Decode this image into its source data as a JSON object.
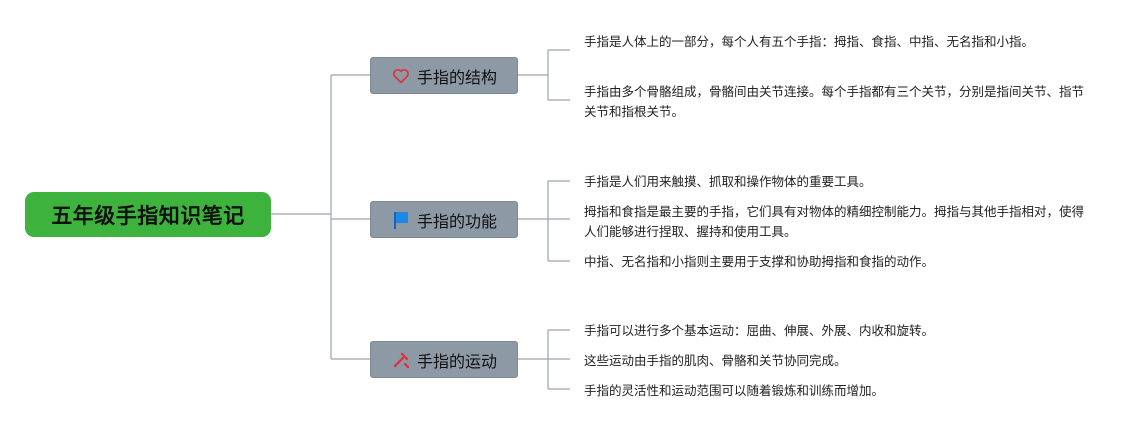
{
  "root": {
    "title": "五年级手指知识笔记"
  },
  "branches": [
    {
      "label": "手指的结构",
      "icon": "heart-icon",
      "leaves": [
        "手指是人体上的一部分，每个人有五个手指：拇指、食指、中指、无名指和小指。",
        "手指由多个骨骼组成，骨骼间由关节连接。每个手指都有三个关节，分别是指间关节、指节关节和指根关节。"
      ]
    },
    {
      "label": "手指的功能",
      "icon": "flag-icon",
      "leaves": [
        "手指是人们用来触摸、抓取和操作物体的重要工具。",
        "拇指和食指是最主要的手指，它们具有对物体的精细控制能力。拇指与其他手指相对，使得人们能够进行捏取、握持和使用工具。",
        "中指、无名指和小指则主要用于支撑和协助拇指和食指的动作。"
      ]
    },
    {
      "label": "手指的运动",
      "icon": "tools-icon",
      "leaves": [
        "手指可以进行多个基本运动：屈曲、伸展、外展、内收和旋转。",
        "这些运动由手指的肌肉、骨骼和关节协同完成。",
        "手指的灵活性和运动范围可以随着锻炼和训练而增加。"
      ]
    }
  ],
  "colors": {
    "root_fill": "#3db23d",
    "branch_fill": "#8d9aa6",
    "connector": "#9aa4ad",
    "heart": "#d9363e",
    "flag": "#1e88e5",
    "tools": "#d9363e"
  }
}
